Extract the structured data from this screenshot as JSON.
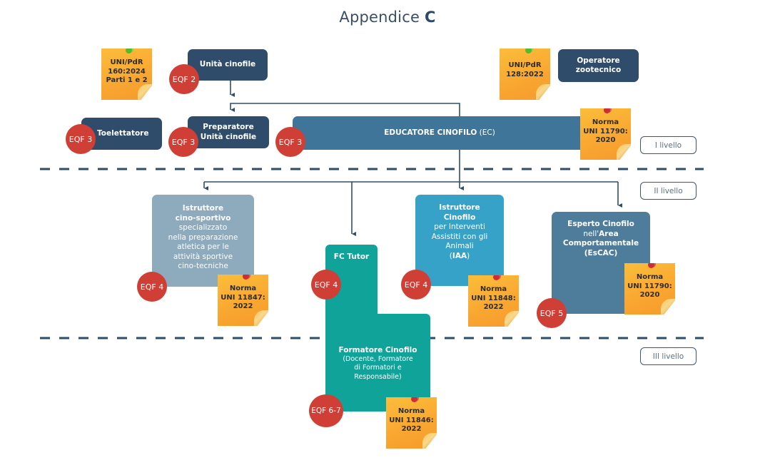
{
  "title": {
    "text": "Appendice",
    "bold": "C"
  },
  "colors": {
    "dark_box": "#2f4d6a",
    "educatore_bar": "#3f7598",
    "istruttore_sportivo": "#8eaabd",
    "istruttore_iaa": "#37a2c8",
    "esperto": "#4e7d9c",
    "formatore_teal": "#10a39a",
    "eqf_badge": "#cf3f35",
    "sticky_note": "#f9a631",
    "connector": "#2f4d6a"
  },
  "levels": [
    {
      "label": "I livello"
    },
    {
      "label": "II livello"
    },
    {
      "label": "III livello"
    }
  ],
  "nodes": {
    "unita_cinofile": {
      "label": "Unità cinofile",
      "eqf": "EQF 2"
    },
    "toelettatore": {
      "label": "Toelettatore",
      "eqf": "EQF 3"
    },
    "preparatore": {
      "line1": "Preparatore",
      "line2": "Unità cinofile",
      "eqf": "EQF 3"
    },
    "educatore": {
      "label_bold": "EDUCATORE CINOFILO",
      "label_suffix": " (EC)",
      "eqf": "EQF 3"
    },
    "operatore_zootecnico": {
      "line1": "Operatore",
      "line2": "zootecnico"
    },
    "istruttore_sportivo": {
      "bold1": "Istruttore",
      "bold2": "cino-sportivo",
      "lines": [
        "specializzato",
        "nella preparazione",
        "atletica per le",
        "attività sportive",
        "cino-tecniche"
      ],
      "eqf": "EQF 4"
    },
    "fc_tutor": {
      "label": "FC Tutor",
      "eqf": "EQF 4"
    },
    "formatore": {
      "bold": "Formatore Cinofilo",
      "lines": [
        "(Docente, Formatore",
        "di Formatori e",
        "Responsabile)"
      ],
      "eqf": "EQF 6-7"
    },
    "istruttore_iaa": {
      "bold1": "Istruttore",
      "bold2": "Cinofilo",
      "lines": [
        "per Interventi",
        "Assistiti con gli",
        "Animali"
      ],
      "abbr_open": "(",
      "abbr": "IAA",
      "abbr_close": ")",
      "eqf": "EQF 4"
    },
    "esperto": {
      "bold1": "Esperto Cinofilo",
      "pre2": "nell'",
      "bold2": "Area",
      "bold3": "Comportamentale",
      "bold4": "(EsCAC)",
      "eqf": "EQF 5"
    }
  },
  "stickies": {
    "pdr160": {
      "lines": [
        "UNI/PdR",
        "160:2024",
        "Parti 1 e 2"
      ],
      "pin": "green"
    },
    "pdr128": {
      "lines": [
        "UNI/PdR",
        "128:2022"
      ],
      "pin": "green"
    },
    "uni11790_ec": {
      "lines": [
        "Norma",
        "UNI 11790:",
        "2020"
      ],
      "pin": "red"
    },
    "uni11847": {
      "lines": [
        "Norma",
        "UNI 11847:",
        "2022"
      ],
      "pin": "red"
    },
    "uni11848": {
      "lines": [
        "Norma",
        "UNI 11848:",
        "2022"
      ],
      "pin": "red"
    },
    "uni11790_escac": {
      "lines": [
        "Norma",
        "UNI 11790:",
        "2020"
      ],
      "pin": "red"
    },
    "uni11846": {
      "lines": [
        "Norma",
        "UNI 11846:",
        "2022"
      ],
      "pin": "red"
    }
  }
}
